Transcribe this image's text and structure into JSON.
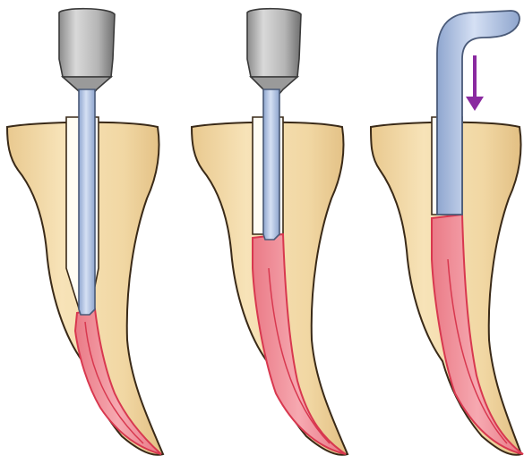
{
  "panels": [
    {
      "id": "panel-1",
      "instrument": "heated-plugger-tip",
      "filling_level": "low"
    },
    {
      "id": "panel-2",
      "instrument": "heated-plugger-tip",
      "filling_level": "middle"
    },
    {
      "id": "panel-3",
      "instrument": "hand-plugger",
      "filling_level": "middle",
      "arrow": "down-arrow-icon"
    }
  ],
  "colors": {
    "tooth": "#f3dcac",
    "tooth_outline": "#3a2a18",
    "gutta_percha": "#f0909a",
    "gutta_percha_edge": "#d8384f",
    "instrument": "#b7c9ea",
    "instrument_shade": "#8fa6cf",
    "handpiece": "#9a9a9a",
    "arrow": "#8a2aa0"
  }
}
